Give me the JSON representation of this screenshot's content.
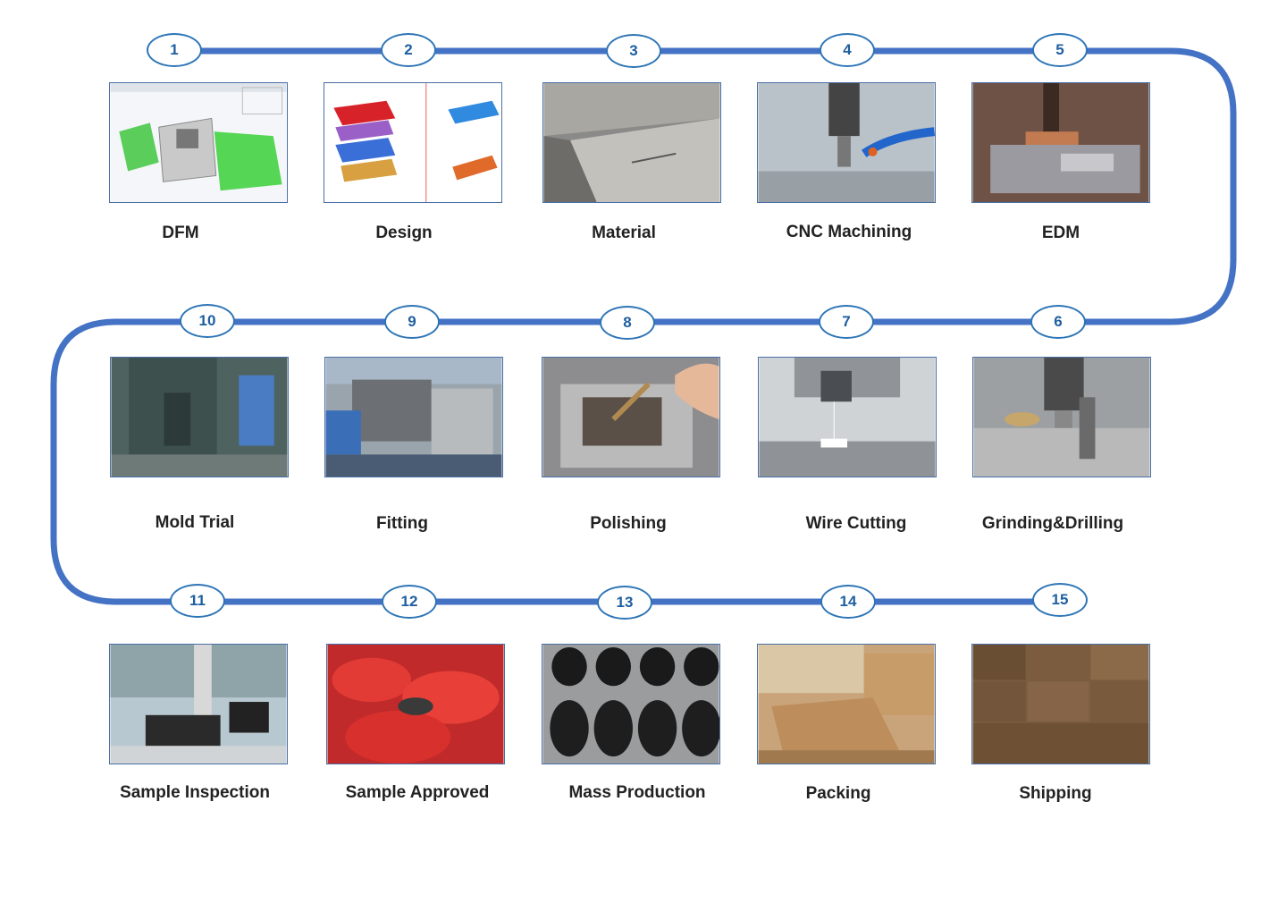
{
  "steps": [
    {
      "num": "1",
      "label": "DFM",
      "icon": "dfm-3d-model-picture"
    },
    {
      "num": "2",
      "label": "Design",
      "icon": "mold-design-exploded-view-picture"
    },
    {
      "num": "3",
      "label": "Material",
      "icon": "steel-blocks-picture"
    },
    {
      "num": "4",
      "label": "CNC Machining",
      "icon": "cnc-spindle-picture"
    },
    {
      "num": "5",
      "label": "EDM",
      "icon": "copper-electrode-picture"
    },
    {
      "num": "6",
      "label": "Grinding&Drilling",
      "icon": "drill-press-picture"
    },
    {
      "num": "7",
      "label": "Wire Cutting",
      "icon": "wire-cutting-machine-picture"
    },
    {
      "num": "8",
      "label": "Polishing",
      "icon": "hand-polishing-picture"
    },
    {
      "num": "9",
      "label": "Fitting",
      "icon": "mold-fitting-picture"
    },
    {
      "num": "10",
      "label": "Mold Trial",
      "icon": "injection-machine-picture"
    },
    {
      "num": "11",
      "label": "Sample Inspection",
      "icon": "measuring-station-picture"
    },
    {
      "num": "12",
      "label": "Sample Approved",
      "icon": "red-parts-pile-picture"
    },
    {
      "num": "13",
      "label": "Mass Production",
      "icon": "black-parts-tray-picture"
    },
    {
      "num": "14",
      "label": "Packing",
      "icon": "cardboard-packing-picture"
    },
    {
      "num": "15",
      "label": "Shipping",
      "icon": "stacked-boxes-picture"
    }
  ],
  "colors": {
    "flow_line": "#4472c4",
    "badge_border": "#2e75b6",
    "badge_text": "#1f5fa0",
    "label_text": "#222222"
  }
}
